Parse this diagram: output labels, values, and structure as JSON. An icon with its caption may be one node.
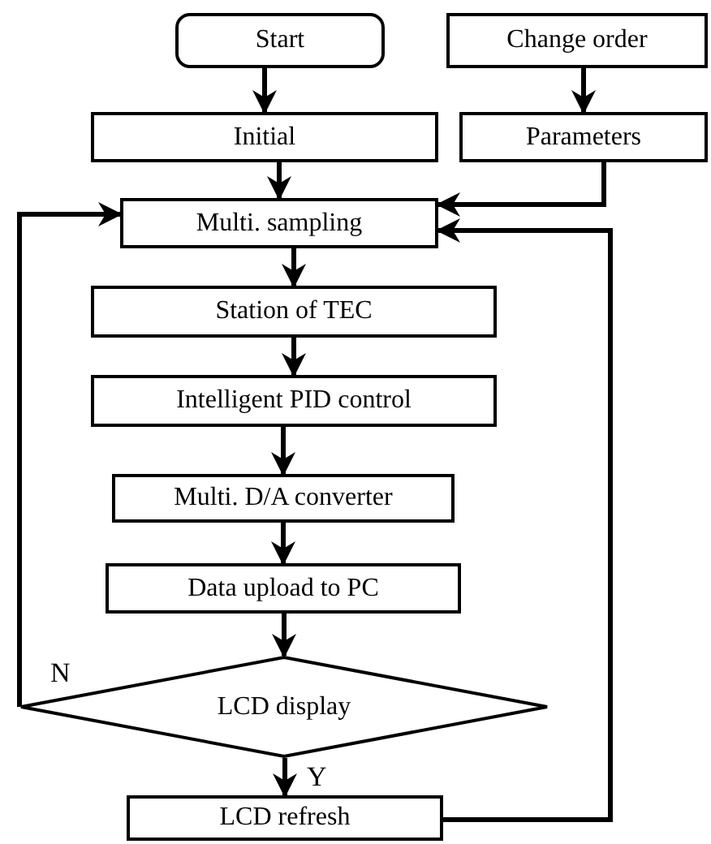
{
  "diagram": {
    "nodes": [
      {
        "text": [
          "Start"
        ]
      },
      {
        "text": [
          "Change order"
        ]
      },
      {
        "text": [
          "Initial"
        ]
      },
      {
        "text": [
          "Parameters"
        ]
      },
      {
        "text": [
          "Multi. sampling"
        ]
      },
      {
        "text": [
          "Station of TEC"
        ]
      },
      {
        "text": [
          "Intelligent PID control"
        ]
      },
      {
        "text": [
          "Multi. D/A converter"
        ]
      },
      {
        "text": [
          "Data upload to PC"
        ]
      },
      {
        "text": [
          "LCD display"
        ]
      },
      {
        "text": [
          "LCD refresh"
        ]
      }
    ],
    "edges": [
      {
        "from": 0,
        "to": 2,
        "arrow": "to"
      },
      {
        "from": 1,
        "to": 3,
        "arrow": "to"
      },
      {
        "from": 2,
        "to": 4,
        "arrow": "to"
      },
      {
        "from": 3,
        "to": 4,
        "arrow": "to"
      },
      {
        "from": 4,
        "to": 5,
        "arrow": "to"
      },
      {
        "from": 5,
        "to": 6,
        "arrow": "to"
      },
      {
        "from": 6,
        "to": 7,
        "arrow": "to"
      },
      {
        "from": 7,
        "to": 8,
        "arrow": "to"
      },
      {
        "from": 8,
        "to": 9,
        "arrow": "to"
      },
      {
        "from": 9,
        "to": 10,
        "label": "Y",
        "arrow": "to"
      },
      {
        "from": 9,
        "to": 4,
        "label": "N",
        "arrow": "to"
      },
      {
        "from": 10,
        "to": 4,
        "arrow": "to"
      }
    ]
  }
}
